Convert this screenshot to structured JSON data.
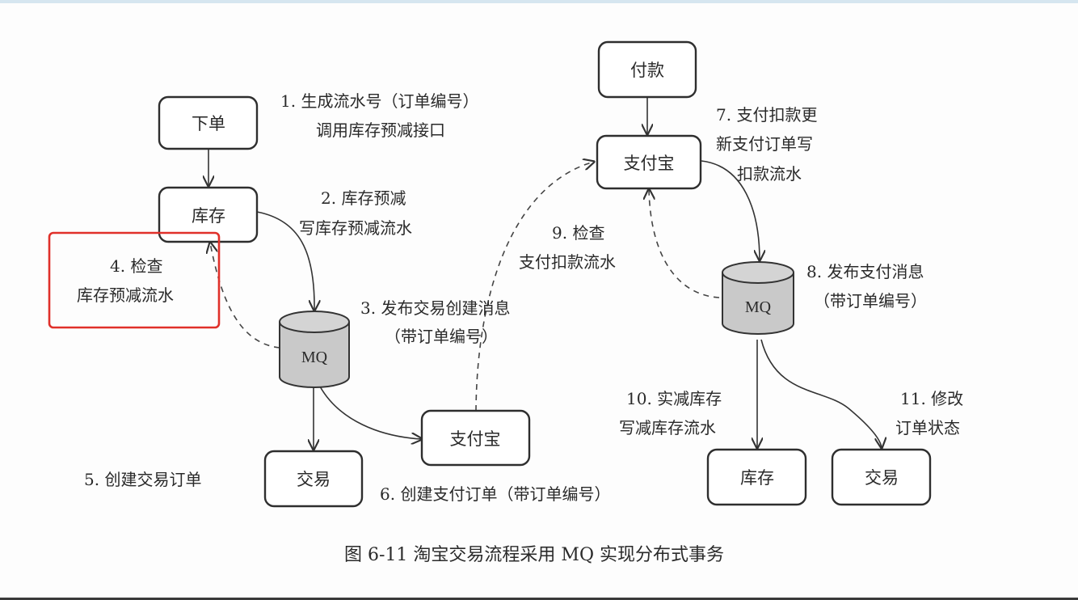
{
  "figure": {
    "caption": "图 6-11    淘宝交易流程采用 MQ 实现分布式事务"
  },
  "highlight_color": "#e0302a",
  "nodes": {
    "order": "下单",
    "inventory_top": "库存",
    "mq_left": "MQ",
    "trade_left": "交易",
    "alipay_bottom": "支付宝",
    "payment": "付款",
    "alipay_top": "支付宝",
    "mq_right": "MQ",
    "inventory_bottom": "库存",
    "trade_right": "交易"
  },
  "steps": {
    "s1_line1": "1. 生成流水号（订单编号）",
    "s1_line2": "调用库存预减接口",
    "s2_line1": "2. 库存预减",
    "s2_line2": "写库存预减流水",
    "s3_line1": "3. 发布交易创建消息",
    "s3_line2": "（带订单编号）",
    "s4_line1": "4. 检查",
    "s4_line2": "库存预减流水",
    "s5": "5. 创建交易订单",
    "s6": "6. 创建支付订单（带订单编号）",
    "s7_line1": "7. 支付扣款更",
    "s7_line2": "新支付订单写",
    "s7_line3": "扣款流水",
    "s8_line1": "8. 发布支付消息",
    "s8_line2": "（带订单编号）",
    "s9_line1": "9. 检查",
    "s9_line2": "支付扣款流水",
    "s10_line1": "10. 实减库存",
    "s10_line2": "写减库存流水",
    "s11_line1": "11. 修改",
    "s11_line2": "订单状态"
  }
}
